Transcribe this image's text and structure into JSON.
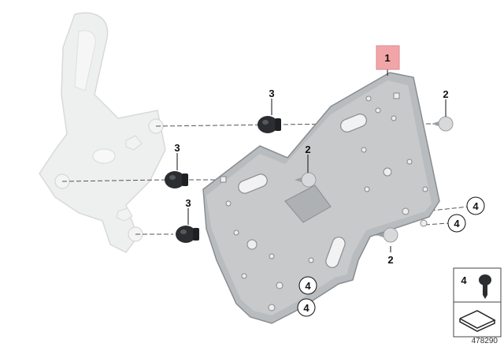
{
  "callouts": {
    "part_1": "1",
    "part_2_top": "2",
    "part_2_mid": "2",
    "part_2_bottom": "2",
    "part_3_top": "3",
    "part_3_mid": "3",
    "part_3_bottom": "3",
    "part_4_right_upper": "4",
    "part_4_right_lower": "4",
    "part_4_bottom_upper": "4",
    "part_4_bottom_lower": "4"
  },
  "legend": {
    "label": "4"
  },
  "reference_number": "478290",
  "colors": {
    "plate_fill": "#b9bcbe",
    "plate_edge": "#8a8d90",
    "ghost_bracket": "#eceded",
    "hardware_dark": "#2b2d30",
    "highlight_box": "#f2a5a8"
  }
}
